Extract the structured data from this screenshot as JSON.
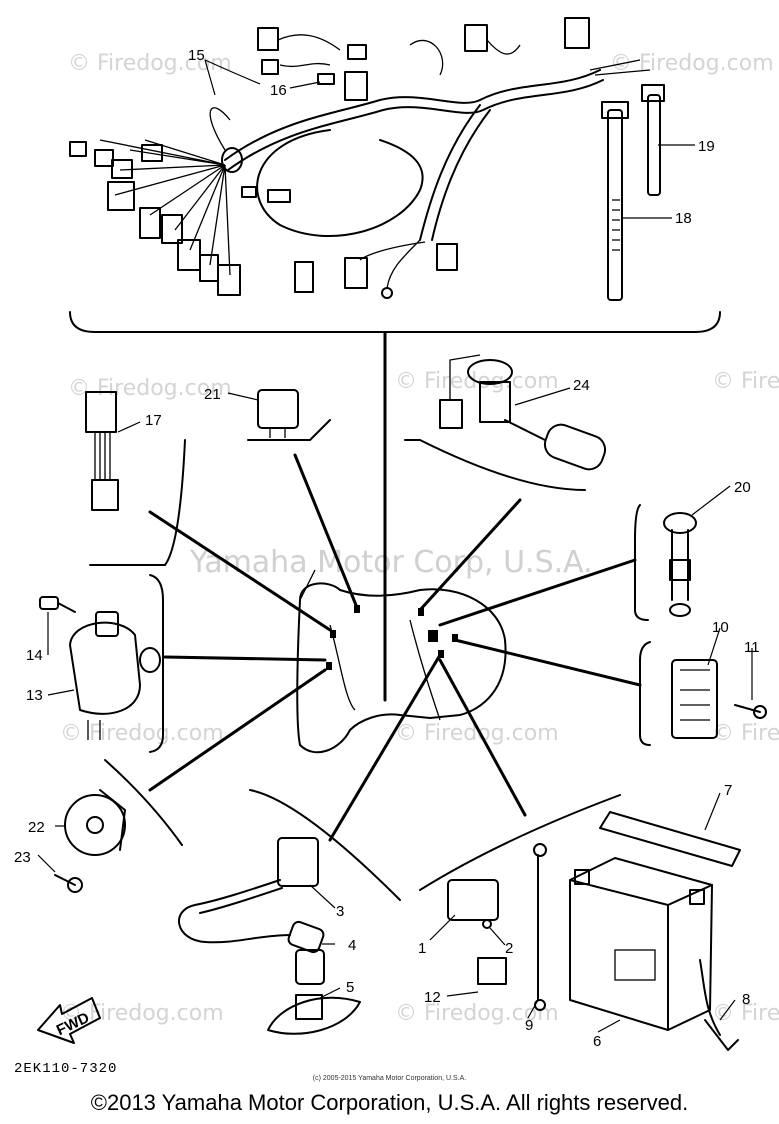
{
  "diagram": {
    "watermark_small": "© Firedog.com",
    "watermark_large": "Yamaha Motor Corp, U.S.A.",
    "fwd_label": "FWD",
    "part_labels": {
      "p1": "1",
      "p2": "2",
      "p3": "3",
      "p4": "4",
      "p5": "5",
      "p6": "6",
      "p7": "7",
      "p8": "8",
      "p9": "9",
      "p10": "10",
      "p11": "11",
      "p12": "12",
      "p13": "13",
      "p14": "14",
      "p15": "15",
      "p16": "16",
      "p17": "17",
      "p18": "18",
      "p19": "19",
      "p20": "20",
      "p21": "21",
      "p22": "22",
      "p23": "23",
      "p24": "24"
    }
  },
  "footer": {
    "ref_code": "2EK110-7320",
    "small_copyright": "(c) 2005-2015 Yamaha Motor Corporation, U.S.A.",
    "copyright": "©2013 Yamaha Motor Corporation, U.S.A. All rights reserved."
  }
}
